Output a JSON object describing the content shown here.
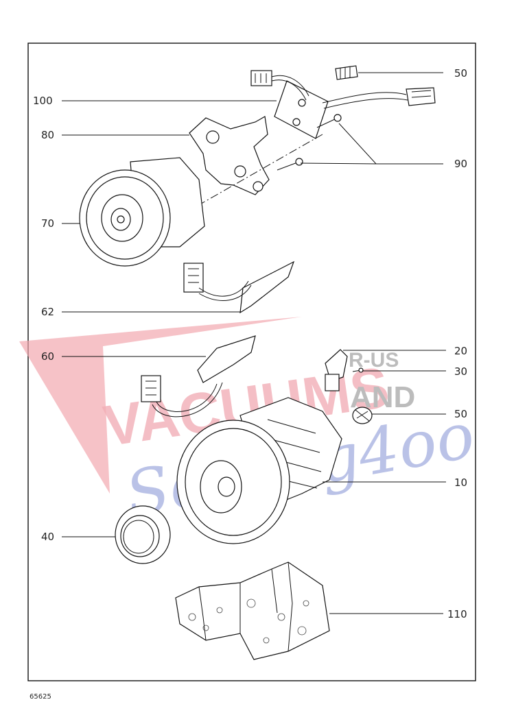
{
  "diagram": {
    "callouts": [
      {
        "id": "c50a",
        "label": "50"
      },
      {
        "id": "c100",
        "label": "100"
      },
      {
        "id": "c80",
        "label": "80"
      },
      {
        "id": "c90",
        "label": "90"
      },
      {
        "id": "c70",
        "label": "70"
      },
      {
        "id": "c62",
        "label": "62"
      },
      {
        "id": "c60",
        "label": "60"
      },
      {
        "id": "c20",
        "label": "20"
      },
      {
        "id": "c30",
        "label": "30"
      },
      {
        "id": "c50b",
        "label": "50"
      },
      {
        "id": "c10",
        "label": "10"
      },
      {
        "id": "c40",
        "label": "40"
      },
      {
        "id": "c110",
        "label": "110"
      }
    ],
    "footer_code": "65625"
  },
  "watermark": {
    "word": "VACUUMS",
    "suffix_top": "R-US",
    "suffix_bottom": "AND",
    "script": "Sewing4oo",
    "color_red": "#f1a6ae",
    "color_blue": "#9aa6dc",
    "color_gray": "#b5b5b5"
  }
}
